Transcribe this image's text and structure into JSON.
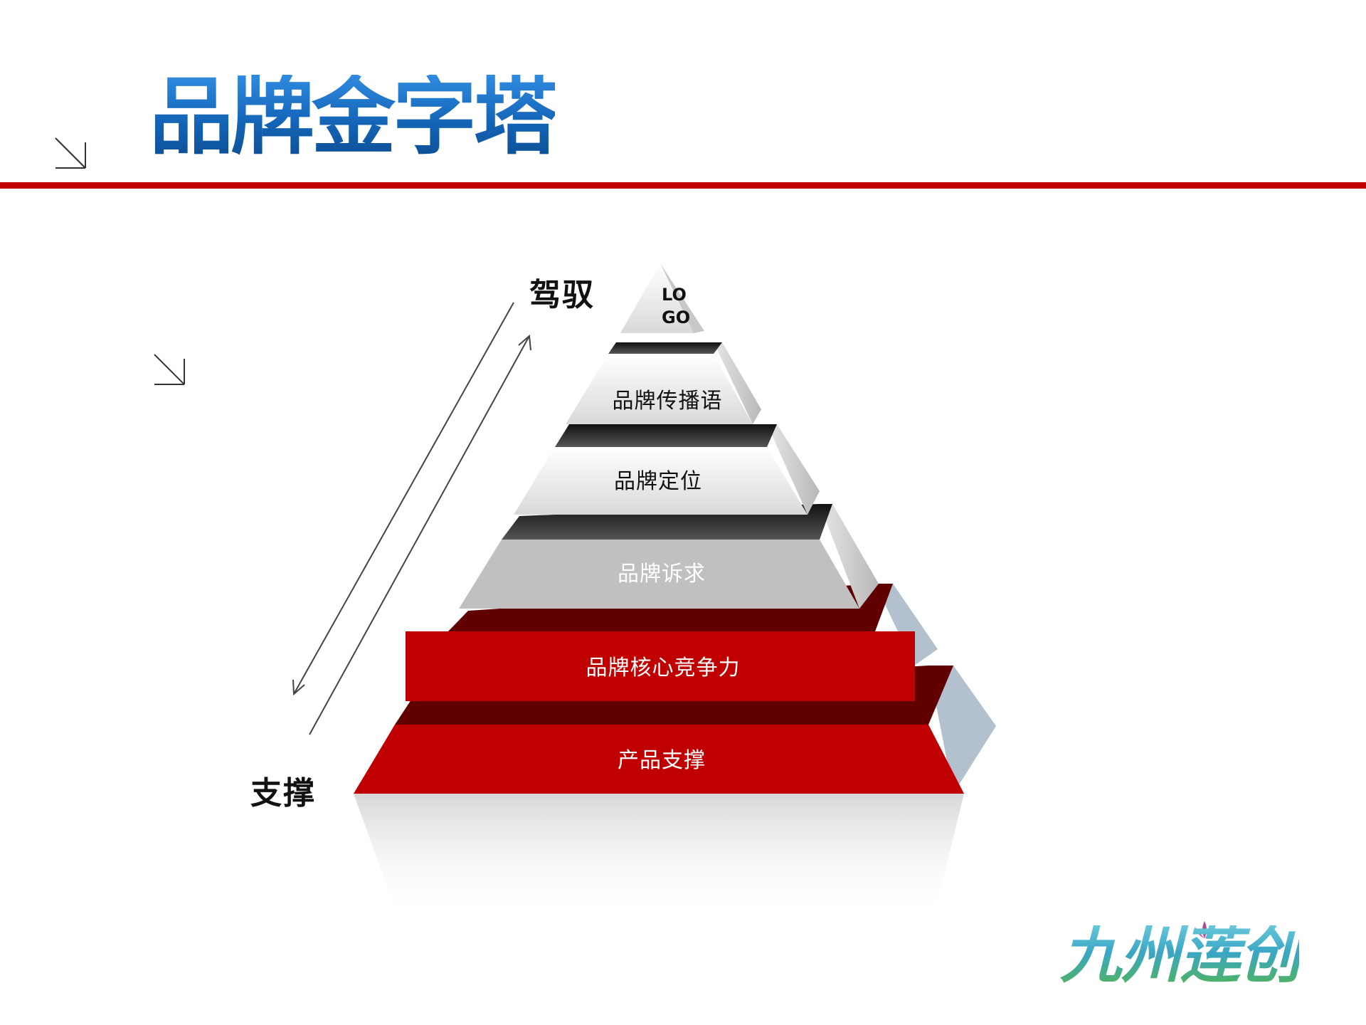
{
  "slide": {
    "title": "品牌金字塔",
    "brand_name": "九州莲创"
  },
  "pyramid": {
    "top_label": "驾驭",
    "bottom_label": "支撑",
    "logo_line_1": "LO",
    "logo_line_2": "GO",
    "layers": [
      {
        "label": "品牌传播语"
      },
      {
        "label": "品牌定位"
      },
      {
        "label": "品牌诉求"
      },
      {
        "label": "品牌核心竞争力"
      },
      {
        "label": "产品支撑"
      }
    ]
  },
  "colors": {
    "rule": "#c00000",
    "title_blue": "#1a6fc1",
    "red_layer": "#c00000",
    "dark_red": "#600000",
    "gray_layer": "#c0c0c0",
    "side_blue_gray": "#b3c1cf"
  }
}
